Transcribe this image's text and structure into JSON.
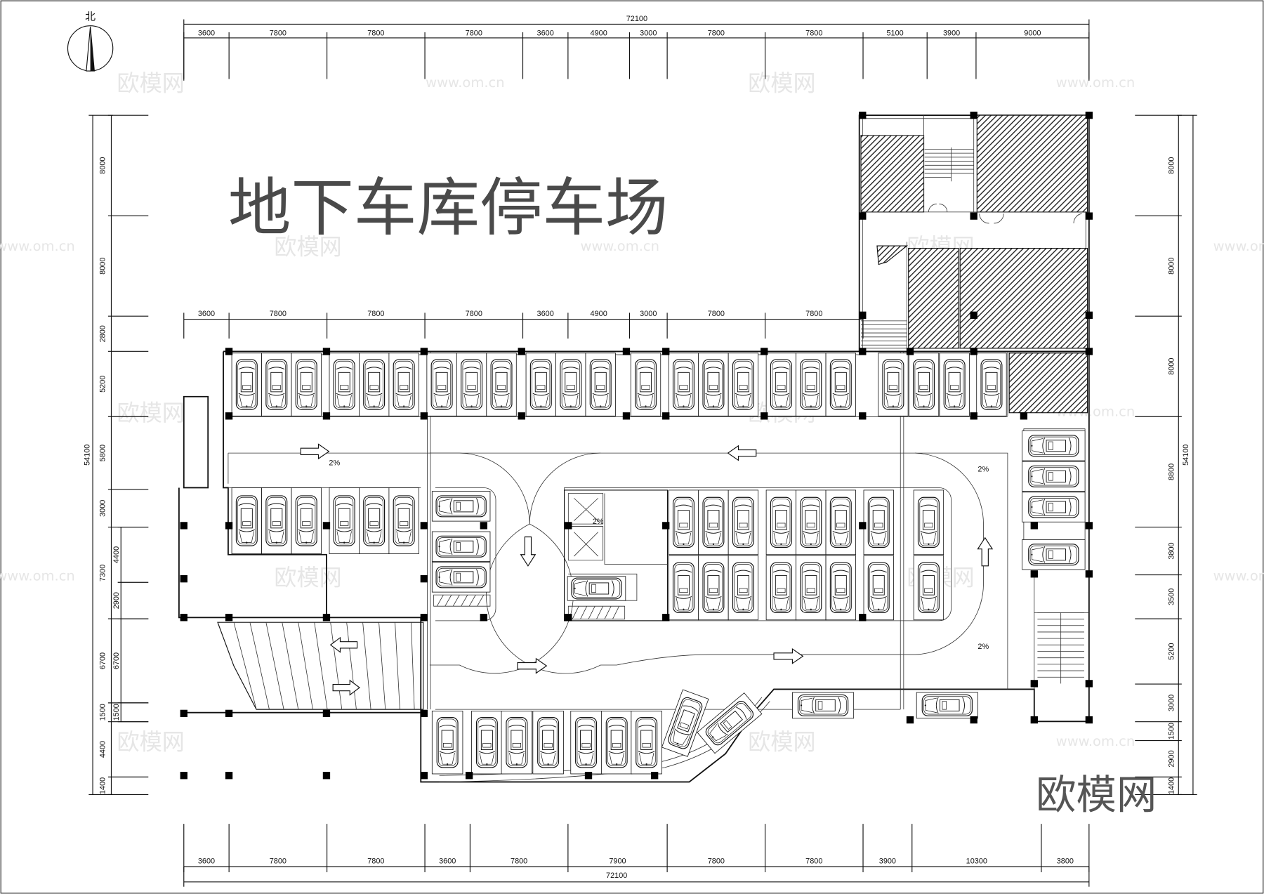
{
  "drawing": {
    "title": "地下车库停车场",
    "north_label": "北",
    "watermark_logo": "欧模网",
    "watermark_url": "www.om.cn",
    "slope_label": "2%"
  },
  "dimensions": {
    "top_total": "72100",
    "top": [
      "3600",
      "7800",
      "7800",
      "7800",
      "3600",
      "4900",
      "3000",
      "7800",
      "7800",
      "5100",
      "3900",
      "9000"
    ],
    "mid": [
      "3600",
      "7800",
      "7800",
      "7800",
      "3600",
      "4900",
      "3000",
      "7800",
      "7800"
    ],
    "bottom": [
      "3600",
      "7800",
      "7800",
      "3600",
      "7800",
      "7900",
      "7800",
      "7800",
      "3900",
      "10300",
      "3800"
    ],
    "bottom_total": "72100",
    "left_total": "54100",
    "left": [
      "8000",
      "8000",
      "2800",
      "5200",
      "5800",
      "3000",
      "7300",
      "6700",
      "1500",
      "4400",
      "1400"
    ],
    "left_inner": [
      "4400",
      "2900",
      "6700",
      "1500"
    ],
    "right": [
      "8000",
      "8000",
      "8000",
      "8800",
      "3800",
      "3500",
      "5200",
      "3000",
      "1500",
      "2900",
      "1400"
    ],
    "right_total": "54100"
  },
  "colors": {
    "line": "#111111",
    "title": "#4a4a4a",
    "watermark": "#e6e6e6"
  }
}
